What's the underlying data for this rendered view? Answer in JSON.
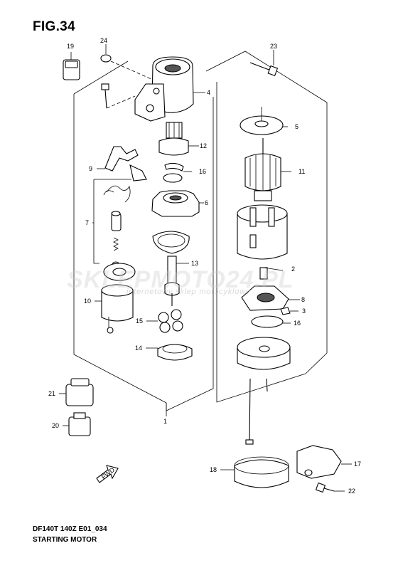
{
  "figure": {
    "title": "FIG.34",
    "model_code": "DF140T 140Z E01_034",
    "section_title": "STARTING MOTOR"
  },
  "watermark": {
    "main": "SKLEPMOTO24.PL",
    "sub": "internetowy sklep motocyklowy"
  },
  "fwd_marker": "FWD",
  "callouts": {
    "c1": "1",
    "c2": "2",
    "c3": "3",
    "c4": "4",
    "c5": "5",
    "c6": "6",
    "c7": "7",
    "c8": "8",
    "c9": "9",
    "c10": "10",
    "c11": "11",
    "c12": "12",
    "c13": "13",
    "c14": "14",
    "c15": "15",
    "c16a": "16",
    "c16b": "16",
    "c17": "17",
    "c18": "18",
    "c19": "19",
    "c20": "20",
    "c21": "21",
    "c22": "22",
    "c23": "23",
    "c24": "24"
  }
}
